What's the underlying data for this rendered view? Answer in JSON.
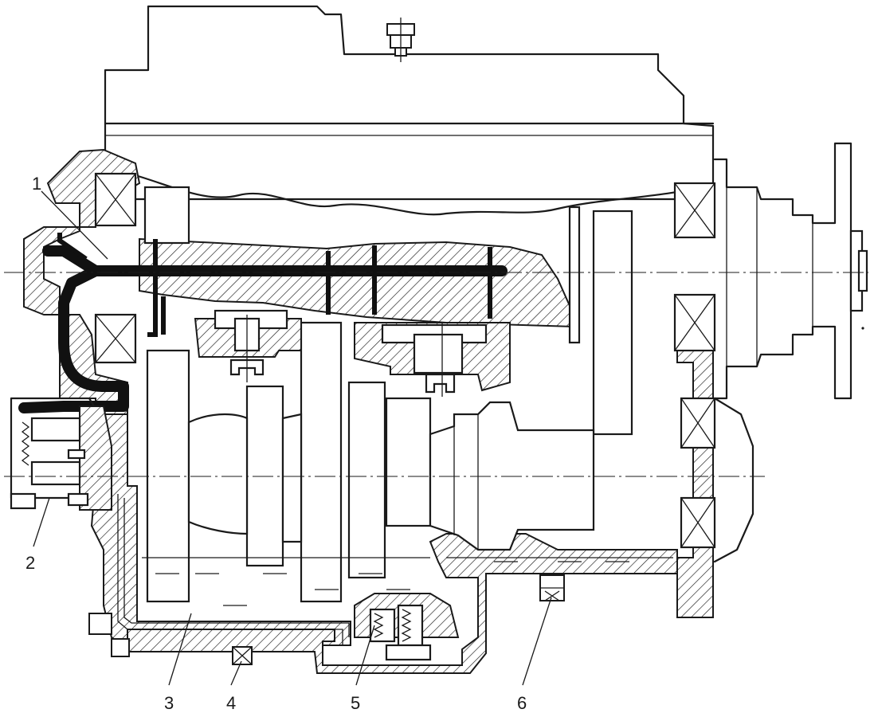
{
  "colors": {
    "line": "#1a1a1a",
    "oil_channel": "#111111",
    "background": "#ffffff"
  },
  "callouts": [
    {
      "id": "1",
      "label": "1"
    },
    {
      "id": "2",
      "label": "2"
    },
    {
      "id": "3",
      "label": "3"
    },
    {
      "id": "4",
      "label": "4"
    },
    {
      "id": "5",
      "label": "5"
    },
    {
      "id": "6",
      "label": "6"
    }
  ]
}
